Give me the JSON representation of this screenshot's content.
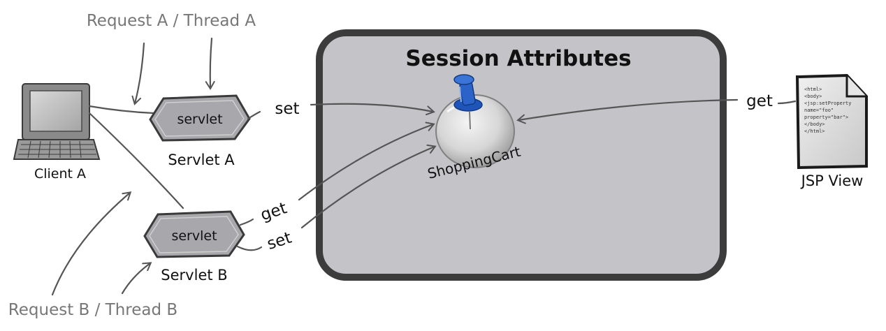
{
  "diagram": {
    "session_box": {
      "title": "Session Attributes"
    },
    "attribute": {
      "label": "ShoppingCart"
    },
    "client": {
      "label": "Client A"
    },
    "servlet_a": {
      "shape_text": "servlet",
      "label": "Servlet A"
    },
    "servlet_b": {
      "shape_text": "servlet",
      "label": "Servlet B"
    },
    "jsp": {
      "label": "JSP View",
      "code_lines": [
        "<html>",
        "<body>",
        "<jsp:setProperty",
        "name=\"foo\"",
        "property=\"bar\">",
        "</body>",
        "</html>"
      ]
    },
    "requests": {
      "a": "Request A / Thread A",
      "b": "Request B / Thread B"
    },
    "arrows": {
      "servlet_a_set": "set",
      "servlet_b_get": "get",
      "servlet_b_set": "set",
      "jsp_get": "get"
    },
    "colors": {
      "session_fill": "#c4c4c8",
      "session_border": "#3c3c3c",
      "servlet_fill": "#a8a8ac",
      "pin_blue": "#1f55b8",
      "line_gray": "#555555",
      "request_text": "#777777"
    }
  }
}
